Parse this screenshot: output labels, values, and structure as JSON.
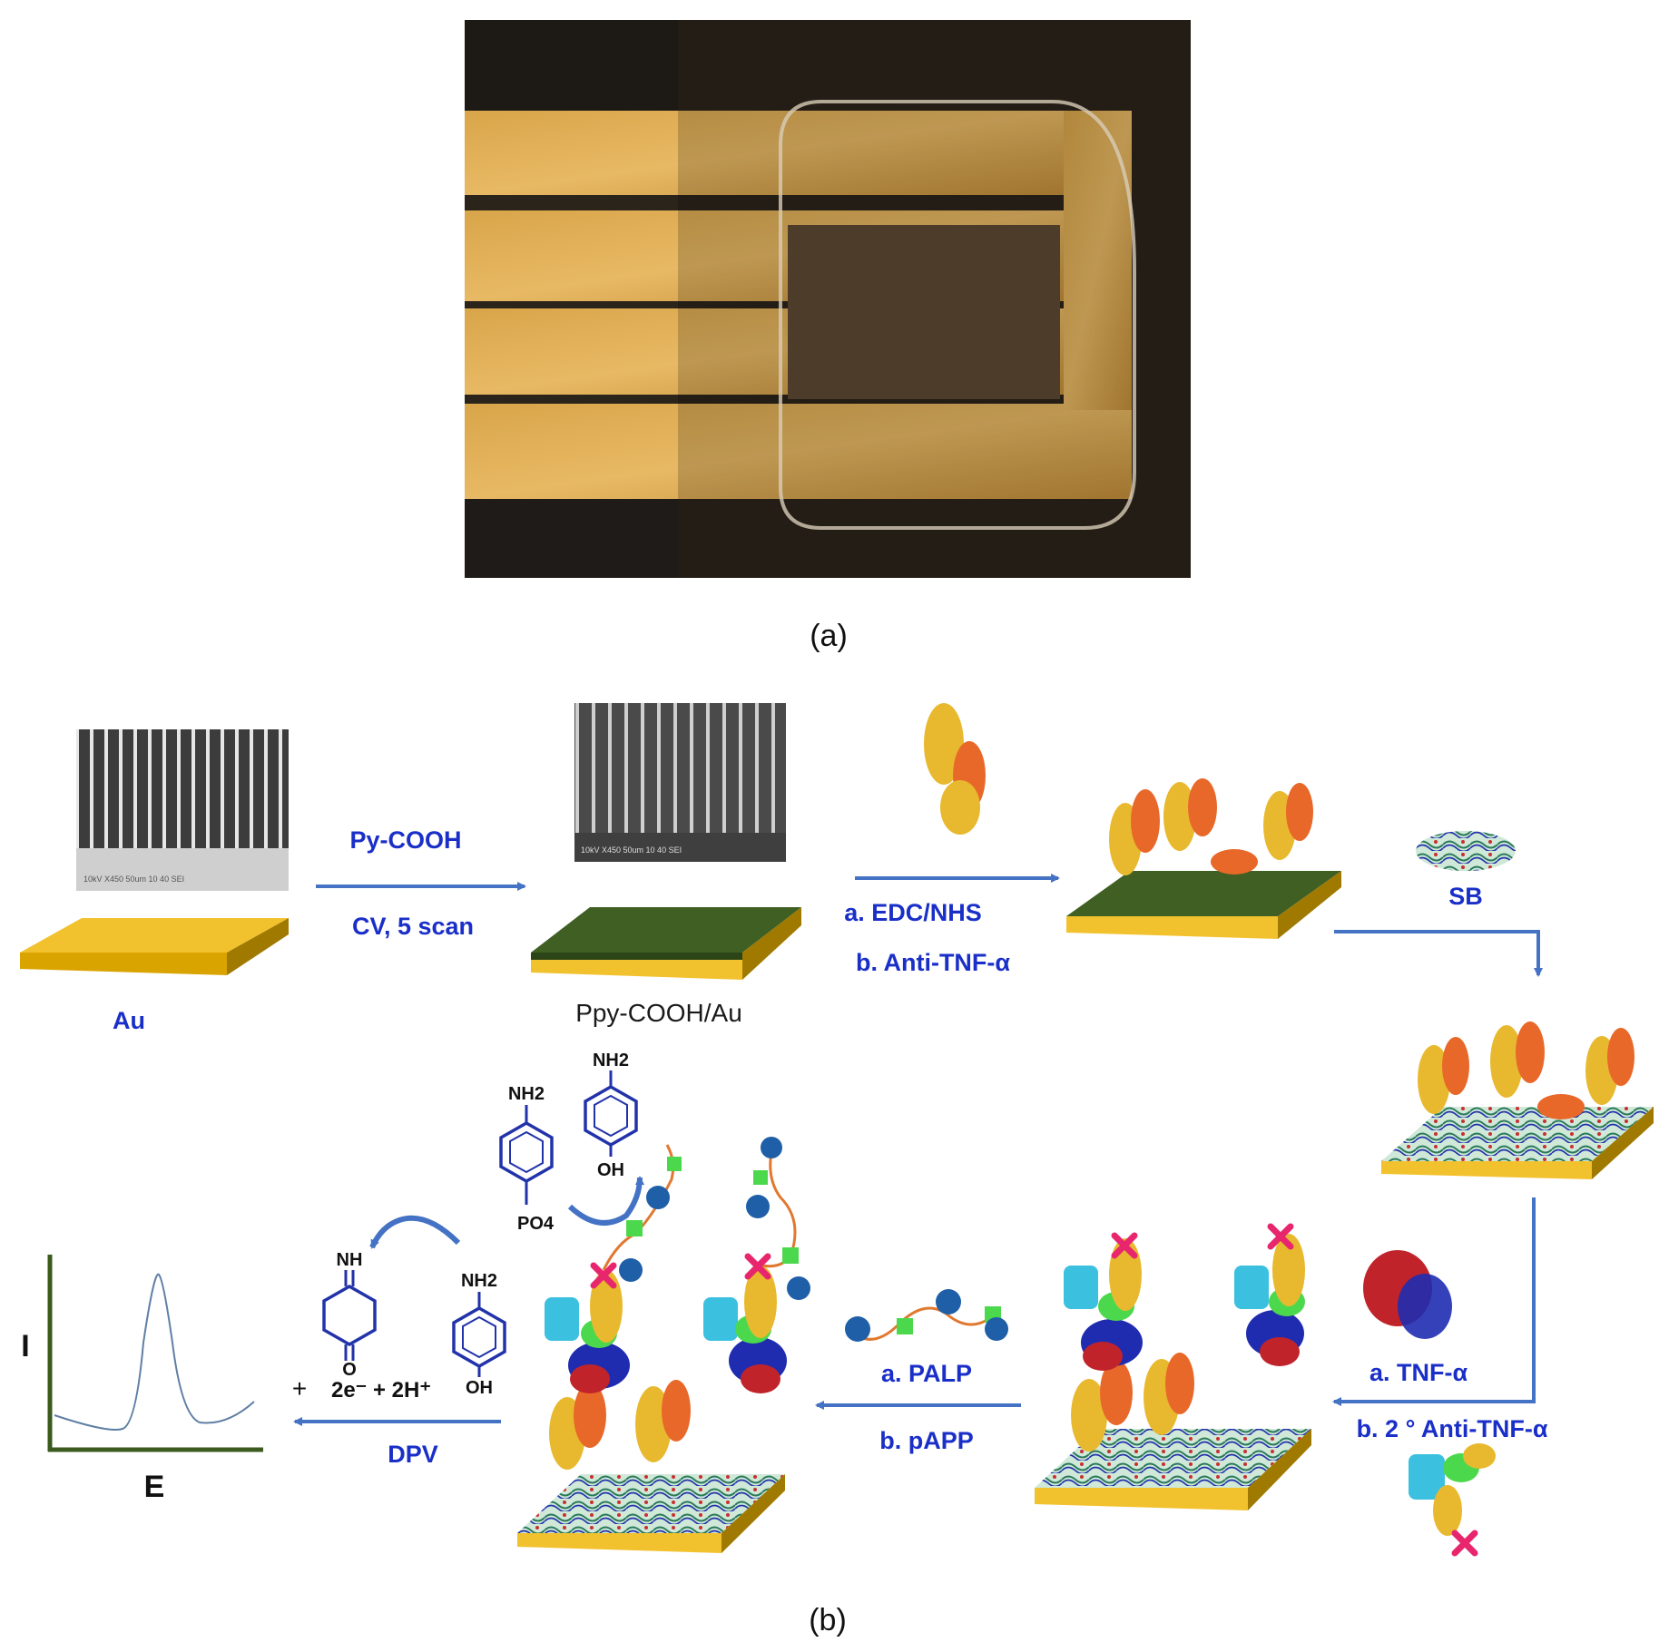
{
  "panel_a": {
    "caption": "(a)"
  },
  "panel_b": {
    "caption": "(b)",
    "labels": {
      "au": "Au",
      "ppy_au": "Ppy-COOH/Au",
      "step1_top": "Py-COOH",
      "step1_bottom": "CV, 5 scan",
      "step2_top": "a. EDC/NHS",
      "step2_bottom": "b. Anti-TNF-α",
      "step3": "SB",
      "step4_top": "a. TNF-α",
      "step4_bottom": "b. 2 ° Anti-TNF-α",
      "step5_top": "a. PALP",
      "step5_bottom": "b. pAPP",
      "step6": "DPV"
    },
    "sem_labels": {
      "left": "10kV   X450  50um      10 40 SEI",
      "right": "10kV   X450  50um      10 40 SEI"
    },
    "chemistry": {
      "papp_top": "NH2",
      "papp_bottom": "PO4",
      "pap_top": "NH2",
      "pap_bottom": "OH",
      "qi_top": "NH",
      "qi_bottom": "O",
      "pap2_top": "NH2",
      "pap2_bottom": "OH",
      "reaction": "2e⁻ + 2H⁺",
      "plus": "+"
    },
    "dpv_plot": {
      "y_axis": "I",
      "x_axis": "E"
    }
  },
  "colors": {
    "arrow": "#4472c4",
    "label_blue": "#1a2fc8",
    "gold": "#f2c12e",
    "film_green": "#3f5f23",
    "axis_green": "#3a5a1e",
    "antibody_orange": "#e8682a",
    "antibody_yellow": "#e8b92e",
    "cross": "#e8266e"
  }
}
